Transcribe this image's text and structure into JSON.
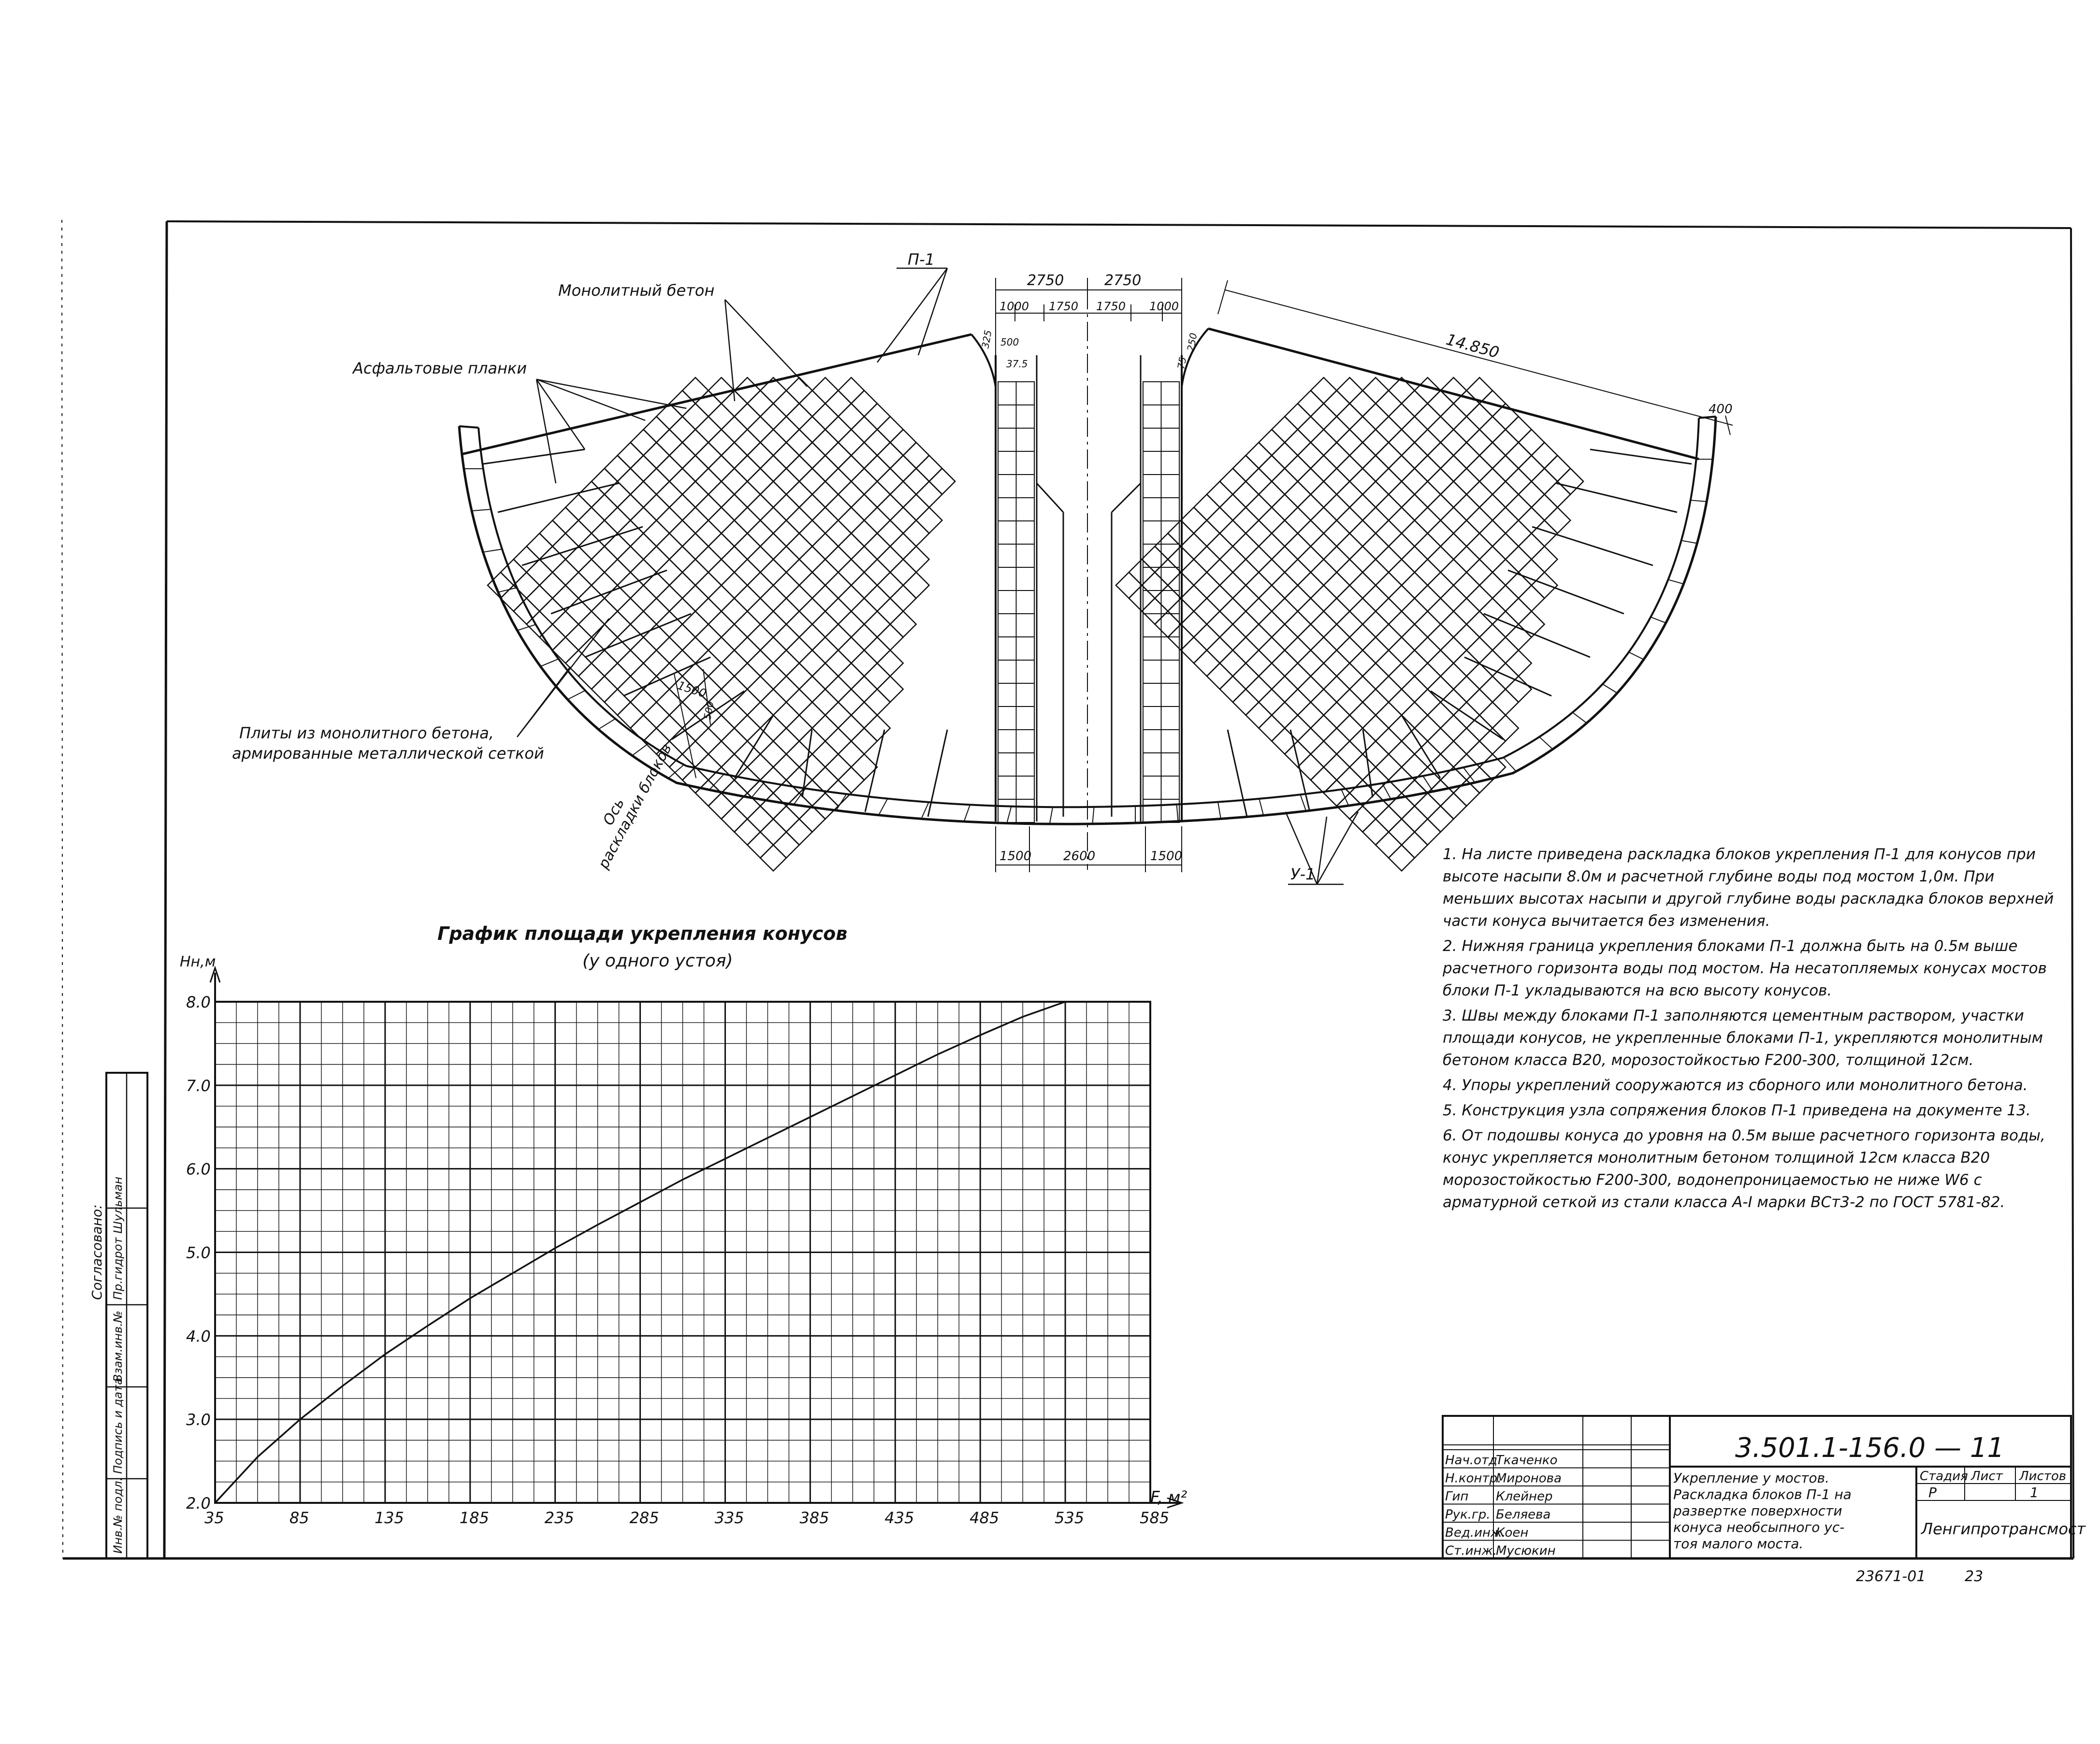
{
  "drawing": {
    "labels": {
      "p1": "П-1",
      "monolith": "Монолитный бетон",
      "asphalt": "Асфальтовые планки",
      "plates_line1": "Плиты из монолитного бетона,",
      "plates_line2": "армированные металлической сеткой",
      "axis_line1": "Ось",
      "axis_line2": "раскладки блоков",
      "u1": "У-1"
    },
    "dimensions": {
      "top_left_half": "2750",
      "top_right_half": "2750",
      "d1000_left": "1000",
      "d1750_left": "1750",
      "d1750_right": "1750",
      "d1000_right": "1000",
      "d325": "325",
      "d500": "500",
      "d375": "37.5",
      "d250": "250",
      "d75": "75",
      "length": "14.850",
      "d400": "400",
      "d1500_block": "1500",
      "d500_block": "500",
      "bottom_1500_left": "1500",
      "bottom_2600": "2600",
      "bottom_1500_right": "1500"
    }
  },
  "chart_data": {
    "type": "line",
    "title": "График площади укрепления конусов",
    "subtitle": "(у одного устоя)",
    "xlabel": "F, м²",
    "ylabel": "Hн,м",
    "xlim": [
      35,
      585
    ],
    "ylim": [
      2.0,
      8.0
    ],
    "xticks": [
      "35",
      "85",
      "135",
      "185",
      "235",
      "285",
      "335",
      "385",
      "435",
      "485",
      "535",
      "585"
    ],
    "yticks": [
      "2.0",
      "3.0",
      "4.0",
      "5.0",
      "6.0",
      "7.0",
      "8.0"
    ],
    "grid": true,
    "series": [
      {
        "x": [
          35,
          60,
          85,
          110,
          135,
          160,
          185,
          210,
          235,
          260,
          285,
          310,
          335,
          360,
          385,
          410,
          435,
          460,
          485,
          510,
          535
        ],
        "y": [
          2.0,
          2.55,
          3.0,
          3.4,
          3.78,
          4.12,
          4.45,
          4.75,
          5.05,
          5.33,
          5.6,
          5.87,
          6.12,
          6.37,
          6.62,
          6.87,
          7.12,
          7.37,
          7.6,
          7.82,
          8.0
        ]
      }
    ]
  },
  "notes": [
    "1.   На листе приведена раскладка блоков укрепления П-1 для конусов при высоте насыпи 8.0м и расчетной глубине воды под мостом 1,0м. При меньших высотах насыпи и другой глубине воды раскладка блоков верхней части конуса вычитается без изменения.",
    "2.   Нижняя граница укрепления блоками П-1 должна быть на 0.5м выше расчетного горизонта воды под мостом. На несатопляемых конусах мостов блоки П-1 укладываются на всю высоту конусов.",
    "3.   Швы между блоками П-1 заполняются цементным раствором, участки площади конусов, не укрепленные блоками П-1, укрепляются монолитным бетоном класса В20, морозостойкостью F200-300, толщиной 12см.",
    "4.   Упоры укреплений сооружаются из сборного или монолитного бетона.",
    "5.   Конструкция узла сопряжения блоков П-1 приведена на документе 13.",
    "6.   От подошвы конуса до уровня на 0.5м выше расчетного горизонта воды, конус укрепляется монолитным бетоном толщиной 12см класса В20 морозостойкостью F200-300, водонепроницаемостью не ниже W6 с арматурной сеткой из стали класса A-I марки ВСт3-2 по ГОСТ 5781-82."
  ],
  "side_stamp": {
    "agreed": "Согласовано:",
    "rows": [
      "Пр.гидрот Шульман",
      "Взам.инв.№",
      "Подпись и дата",
      "Инв.№ подл."
    ]
  },
  "title_block": {
    "code": "3.501.1-156.0 — 11",
    "roles": [
      "Нач.отд.",
      "Н.контр.",
      "Гип",
      "Рук.гр.",
      "Вед.инж.",
      "Ст.инж."
    ],
    "names": [
      "Ткаченко",
      "Миронова",
      "Клейнер",
      "Беляева",
      "Коен",
      "Мусюкин"
    ],
    "description": [
      "Укрепление у мостов.",
      "Раскладка блоков П-1 на",
      "развертке поверхности",
      "конуса необсыпного ус-",
      "тоя малого моста."
    ],
    "stage_label": "Стадия",
    "sheet_label": "Лист",
    "sheets_label": "Листов",
    "stage": "Р",
    "sheets": "1",
    "org": "Ленгипротрансмост",
    "inventory": "23671-01",
    "page": "23"
  }
}
